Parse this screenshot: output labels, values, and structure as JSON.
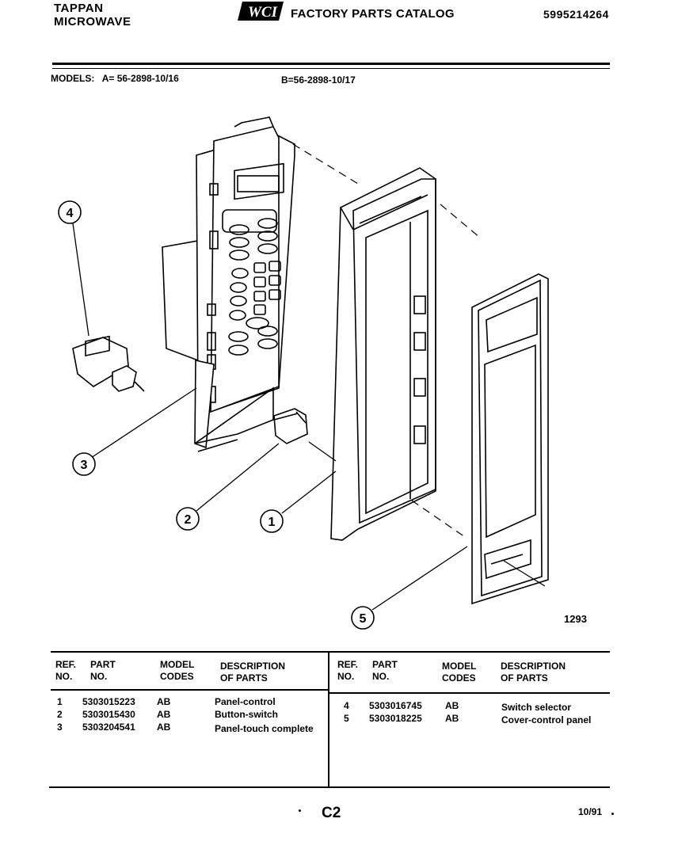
{
  "header": {
    "brand_line1": "TAPPAN",
    "brand_line2": "MICROWAVE",
    "logo": "WCI",
    "catalog_title": "FACTORY PARTS CATALOG",
    "catalog_number": "5995214264"
  },
  "models": {
    "label": "MODELS:",
    "model_a": "A= 56-2898-10/16",
    "model_b": "B=56-2898-10/17"
  },
  "diagram": {
    "callouts": [
      "1",
      "2",
      "3",
      "4",
      "5"
    ],
    "figure_number": "1293"
  },
  "parts_table": {
    "headers": {
      "ref_no": [
        "REF.",
        "NO."
      ],
      "part_no": [
        "PART",
        "NO."
      ],
      "model_codes": [
        "MODEL",
        "CODES"
      ],
      "description": [
        "DESCRIPTION",
        "OF PARTS"
      ]
    },
    "left_rows": [
      {
        "ref": "1",
        "part": "5303015223",
        "codes": "AB",
        "desc": "Panel-control"
      },
      {
        "ref": "2",
        "part": "5303015430",
        "codes": "AB",
        "desc": "Button-switch"
      },
      {
        "ref": "3",
        "part": "5303204541",
        "codes": "AB",
        "desc": "Panel-touch complete"
      }
    ],
    "right_rows": [
      {
        "ref": "4",
        "part": "5303016745",
        "codes": "AB",
        "desc": "Switch selector"
      },
      {
        "ref": "5",
        "part": "5303018225",
        "codes": "AB",
        "desc": "Cover-control panel"
      }
    ]
  },
  "footer": {
    "page": "C2",
    "date": "10/91"
  }
}
